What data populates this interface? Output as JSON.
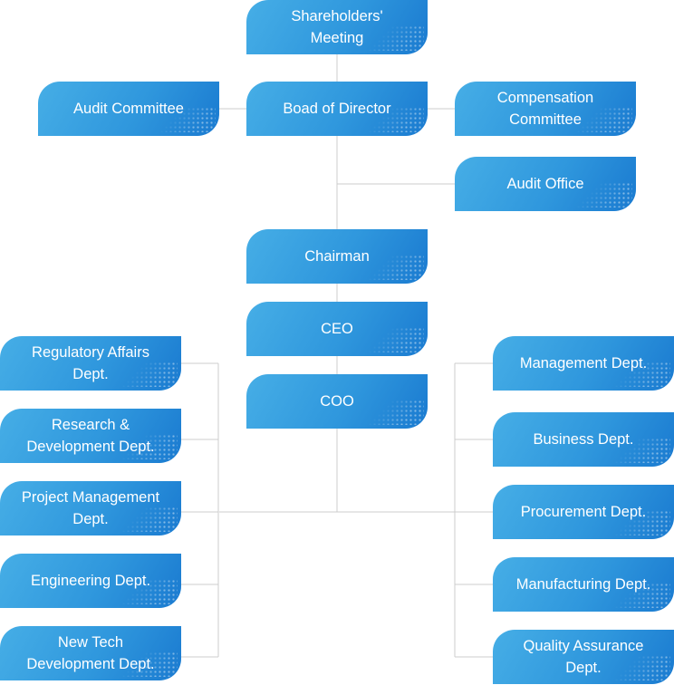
{
  "nodes": {
    "shareholders": "Shareholders'\nMeeting",
    "audit_committee": "Audit Committee",
    "board": "Boad of Director",
    "compensation": "Compensation\nCommittee",
    "audit_office": "Audit Office",
    "chairman": "Chairman",
    "ceo": "CEO",
    "coo": "COO",
    "left_depts": [
      "Regulatory Affairs\nDept.",
      "Research &\nDevelopment Dept.",
      "Project Management\nDept.",
      "Engineering Dept.",
      "New Tech\nDevelopment Dept."
    ],
    "right_depts": [
      "Management Dept.",
      "Business Dept.",
      "Procurement Dept.",
      "Manufacturing Dept.",
      "Quality Assurance\nDept."
    ]
  },
  "colors": {
    "node_light": "#46aee6",
    "node_dark": "#1a7ad0",
    "connector": "#cccccc"
  }
}
